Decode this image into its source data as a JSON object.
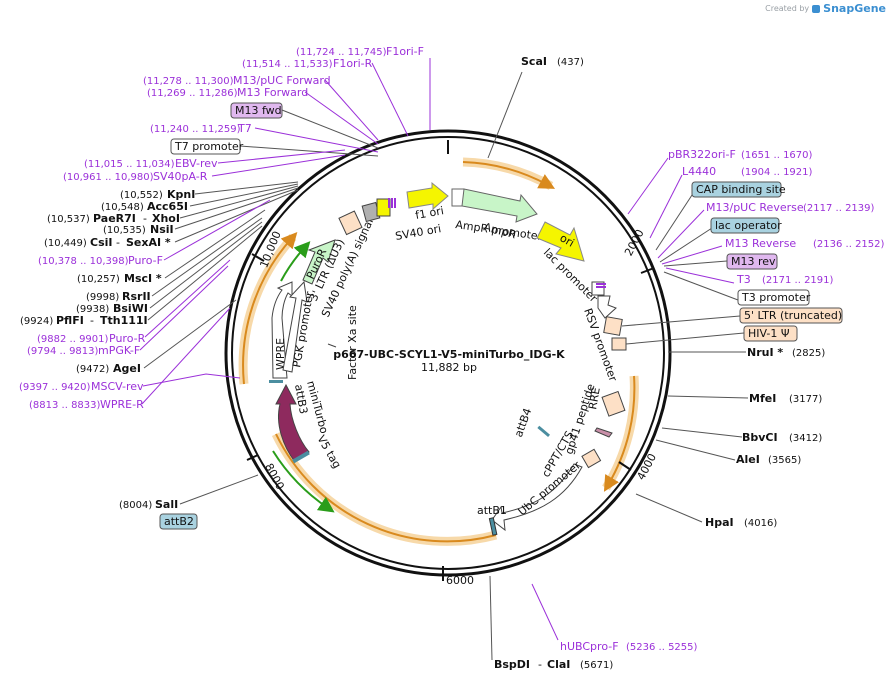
{
  "app": {
    "created_by": "Created by",
    "brand": "SnapGene"
  },
  "plasmid": {
    "name": "p667-UBC-SCYL1-V5-miniTurbo_IDG-K",
    "size_label": "11,882 bp"
  },
  "ticks": [
    "2000",
    "4000",
    "6000",
    "8000",
    "10,000"
  ],
  "sites_left": [
    {
      "pos": "(11,724 .. 11,745)",
      "name": "F1ori-F"
    },
    {
      "pos": "(11,514 .. 11,533)",
      "name": "F1ori-R"
    },
    {
      "pos": "(11,278 .. 11,300)",
      "name": "M13/pUC Forward"
    },
    {
      "pos": "(11,269 .. 11,286)",
      "name": "M13 Forward"
    },
    {
      "pos": "",
      "name": "M13 fwd"
    },
    {
      "pos": "(11,240 .. 11,259)",
      "name": "T7"
    },
    {
      "pos": "",
      "name": "T7 promoter"
    },
    {
      "pos": "(11,015 .. 11,034)",
      "name": "EBV-rev"
    },
    {
      "pos": "(10,961 .. 10,980)",
      "name": "SV40pA-R"
    },
    {
      "pos": "(10,552)",
      "name": "KpnI"
    },
    {
      "pos": "(10,548)",
      "name": "Acc65I"
    },
    {
      "pos": "(10,537)",
      "name": "PaeR7I",
      "name2": "XhoI"
    },
    {
      "pos": "(10,535)",
      "name": "NsiI"
    },
    {
      "pos": "(10,449)",
      "name": "CsiI",
      "name2": "SexAI *"
    },
    {
      "pos": "(10,378 .. 10,398)",
      "name": "Puro-F"
    },
    {
      "pos": "(10,257)",
      "name": "MscI *"
    },
    {
      "pos": "(9998)",
      "name": "RsrII"
    },
    {
      "pos": "(9938)",
      "name": "BsiWI"
    },
    {
      "pos": "(9924)",
      "name": "PflFI",
      "name2": "Tth111I"
    },
    {
      "pos": "(9882 .. 9901)",
      "name": "Puro-R"
    },
    {
      "pos": "(9794 .. 9813)",
      "name": "mPGK-F"
    },
    {
      "pos": "(9472)",
      "name": "AgeI"
    },
    {
      "pos": "(9397 .. 9420)",
      "name": "MSCV-rev"
    },
    {
      "pos": "(8813 .. 8833)",
      "name": "WPRE-R"
    },
    {
      "pos": "(8004)",
      "name": "SalI"
    },
    {
      "pos": "",
      "name": "attB2"
    }
  ],
  "sites_right": [
    {
      "name": "ScaI",
      "pos": "(437)"
    },
    {
      "name": "pBR322ori-F",
      "pos": "(1651 .. 1670)"
    },
    {
      "name": "L4440",
      "pos": "(1904 .. 1921)"
    },
    {
      "name": "CAP binding site",
      "pos": ""
    },
    {
      "name": "M13/pUC Reverse",
      "pos": "(2117 .. 2139)"
    },
    {
      "name": "lac operator",
      "pos": ""
    },
    {
      "name": "M13 Reverse",
      "pos": "(2136 .. 2152)"
    },
    {
      "name": "M13 rev",
      "pos": ""
    },
    {
      "name": "T3",
      "pos": "(2171 .. 2191)"
    },
    {
      "name": "T3 promoter",
      "pos": ""
    },
    {
      "name": "5' LTR (truncated)",
      "pos": ""
    },
    {
      "name": "HIV-1 Ψ",
      "pos": ""
    },
    {
      "name": "NruI *",
      "pos": "(2825)"
    },
    {
      "name": "MfeI",
      "pos": "(3177)"
    },
    {
      "name": "BbvCI",
      "pos": "(3412)"
    },
    {
      "name": "AleI",
      "pos": "(3565)"
    },
    {
      "name": "HpaI",
      "pos": "(4016)"
    },
    {
      "name": "hUBCpro-F",
      "pos": "(5236 .. 5255)"
    },
    {
      "name": "BspDI",
      "name2": "ClaI",
      "pos": "(5671)"
    }
  ],
  "features": {
    "f1_ori": "f1 ori",
    "ampr": "AmpR",
    "ampr_promoter": "AmpR promoter",
    "ori": "ori",
    "lac_promoter": "lac promoter",
    "rsv_promoter": "RSV promoter",
    "rre": "RRE",
    "gp41": "gp41 peptide",
    "cppt": "cPPT/CTS",
    "ubc": "UbC promoter",
    "attb1": "attB1",
    "attb4": "attB4",
    "v5": "V5 tag",
    "miniturbo": "miniTurbo",
    "attb3": "attB3",
    "wpre": "WPRE",
    "pgk": "PGK promoter",
    "puror": "PuroR",
    "ltr3": "3' LTR (ΔU3)",
    "sv40pa": "SV40 poly(A) signal",
    "sv40ori": "SV40 ori",
    "factor_xa": "Factor Xa site"
  },
  "colors": {
    "primer": "#9b30d9",
    "backbone": "#111111",
    "orange_band": "#f7d9a9",
    "orange_arrow": "#d98a1e",
    "green_arrow": "#2a9d1a",
    "yellow": "#f5f500",
    "ampr_fill": "#c8f5c8",
    "cds_purple": "#8e2a5e",
    "box_blue": "#a9d2e0",
    "box_peach": "#fde0c6",
    "box_violet": "#e0b8ef"
  }
}
